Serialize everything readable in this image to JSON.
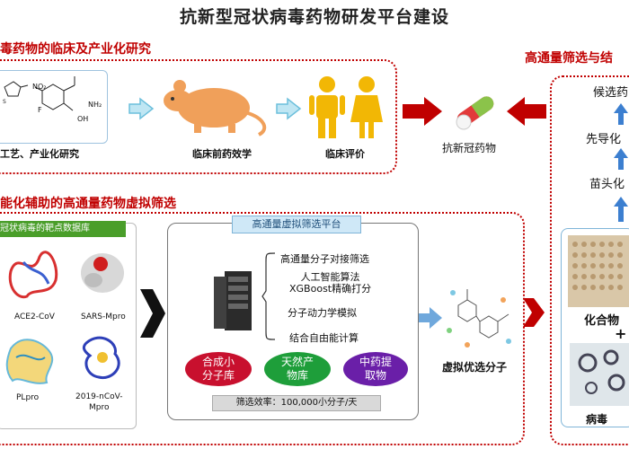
{
  "title": "抗新型冠状病毒药物研发平台建设",
  "section1": {
    "title": "毒药物的临床及产业化研究",
    "chem_no2": "NO₂",
    "chem_f": "F",
    "chem_nh2": "NH₂",
    "chem_oh": "OH",
    "items": [
      "工艺、产业化研究",
      "临床前药效学",
      "临床评价"
    ],
    "drug_label": "抗新冠药物"
  },
  "section2": {
    "title": "能化辅助的高通量药物虚拟筛选",
    "database_title": "冠状病毒的靶点数据库",
    "targets": [
      "ACE2-CoV",
      "SARS-Mpro",
      "PLpro",
      "2019-nCoV-\nMpro"
    ],
    "platform_title": "高通量虚拟筛选平台",
    "steps": [
      "高通量分子对接筛选",
      "人工智能算法\nXGBoost精确打分",
      "分子动力学模拟",
      "结合自由能计算"
    ],
    "libraries": [
      "合成小\n分子库",
      "天然产\n物库",
      "中药提\n取物"
    ],
    "efficiency": "筛选效率：100,000小分子/天",
    "output_label": "虚拟优选分子"
  },
  "section3": {
    "title": "高通量筛选与结",
    "stages": [
      "候选药",
      "先导化",
      "苗头化"
    ],
    "compound_label": "化合物",
    "plus": "+",
    "virus_label": "病毒"
  },
  "colors": {
    "accent_red": "#c00000",
    "arrow_blue": "#7ec8e3",
    "up_arrow_blue": "#3c7fd0",
    "lib_red": "#c8102e",
    "lib_green": "#1e9e3a",
    "lib_purple": "#6a1fa8",
    "db_green": "#4a9e2a"
  }
}
